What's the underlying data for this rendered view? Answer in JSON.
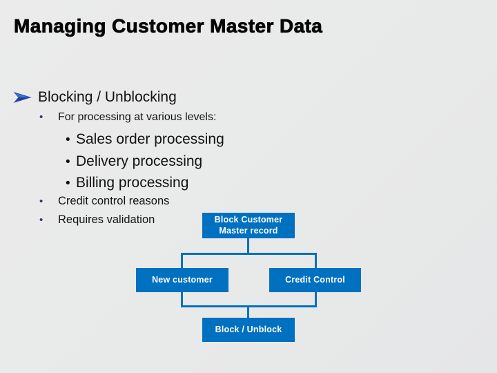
{
  "slide": {
    "title": "Managing Customer Master Data"
  },
  "content": {
    "heading": "Blocking / Unblocking",
    "intro": "For processing at various levels:",
    "sub_items": [
      "Sales order processing",
      "Delivery processing",
      "Billing processing"
    ],
    "points": [
      "Credit control reasons",
      "Requires validation"
    ]
  },
  "diagram": {
    "top_box": "Block Customer Master record",
    "left_box": "New customer",
    "right_box": "Credit Control",
    "bottom_box": "Block / Unblock"
  },
  "glyphs": {
    "bullet": "•"
  },
  "colors": {
    "box_blue": "#0070c0",
    "arrow_blue_light": "#3f6fd1",
    "arrow_blue_dark": "#1c3f9a",
    "bullet_navy": "#333377",
    "text_black": "#121212",
    "background_gray": "#e8e9e9"
  }
}
